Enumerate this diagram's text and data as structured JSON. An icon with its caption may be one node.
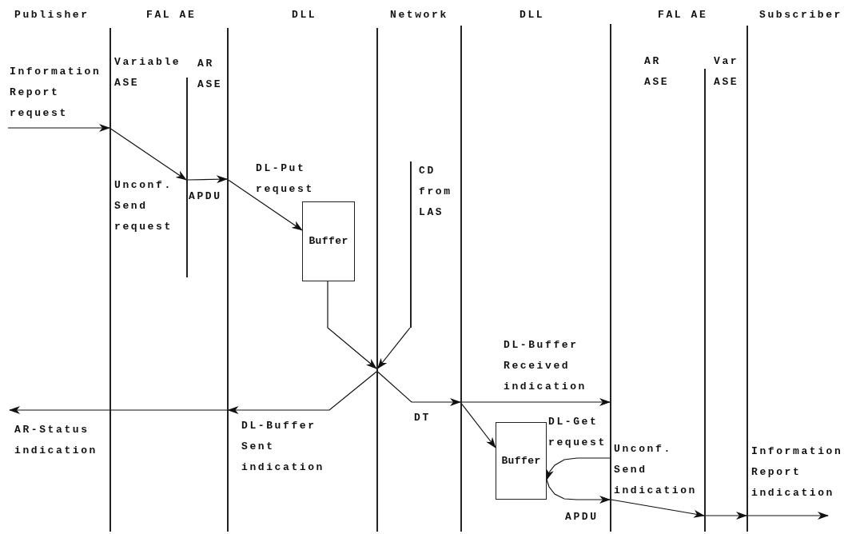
{
  "diagram": {
    "nodes": [
      {
        "text": [],
        "shape": "bar"
      },
      {
        "text": [],
        "shape": "bar"
      },
      {
        "text": [],
        "shape": "bar"
      },
      {
        "text": [],
        "shape": "bar"
      },
      {
        "text": [],
        "shape": "bar"
      },
      {
        "text": [],
        "shape": "bar"
      },
      {
        "text": [],
        "shape": "bar"
      },
      {
        "text": [],
        "shape": "bar"
      },
      {
        "text": [],
        "shape": "bar"
      },
      {
        "text": [
          "Buffer"
        ]
      },
      {
        "text": [
          "Buffer"
        ]
      }
    ],
    "edges": [
      {
        "from": null,
        "to": 0,
        "arrow": "to",
        "label": "Information Report request"
      },
      {
        "from": 0,
        "to": 1,
        "arrow": "to",
        "label": "Unconf. Send request"
      },
      {
        "from": 1,
        "to": 2,
        "arrow": "to",
        "label": "APDU"
      },
      {
        "from": 2,
        "to": 9,
        "arrow": "to",
        "label": "DL-Put request"
      },
      {
        "from": 9,
        "to": 3,
        "arrow": "to"
      },
      {
        "from": 4,
        "to": 3,
        "arrow": "to"
      },
      {
        "from": 3,
        "to": 2,
        "arrow": "to",
        "label": "DL-Buffer Sent indication"
      },
      {
        "from": 2,
        "to": null,
        "arrow": "to",
        "label": "AR-Status indication"
      },
      {
        "from": 3,
        "to": 5,
        "arrow": "to",
        "label": "DT"
      },
      {
        "from": 5,
        "to": 6,
        "arrow": "to",
        "label": "DL-Buffer Received indication"
      },
      {
        "from": 5,
        "to": 10,
        "arrow": "to"
      },
      {
        "from": 6,
        "to": 10,
        "arrow": "to",
        "label": "DL-Get request"
      },
      {
        "from": 10,
        "to": 6,
        "arrow": "to",
        "label": "APDU"
      },
      {
        "from": 6,
        "to": 7,
        "arrow": "to",
        "label": "Unconf. Send indication"
      },
      {
        "from": 7,
        "to": 8,
        "arrow": "to"
      },
      {
        "from": 8,
        "to": null,
        "arrow": "to",
        "label": "Information Report indication"
      }
    ],
    "labels": [
      "Publisher",
      "FAL AE",
      "DLL",
      "Network",
      "DLL",
      "FAL AE",
      "Subscriber",
      "Variable ASE",
      "AR ASE",
      "CD from LAS",
      "AR ASE",
      "Var ASE"
    ]
  }
}
